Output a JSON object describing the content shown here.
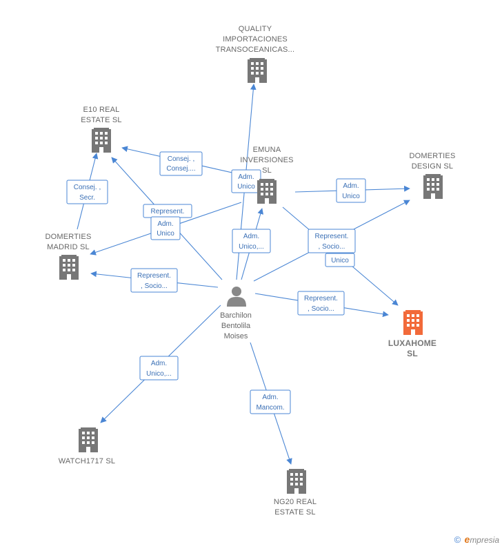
{
  "colors": {
    "edge": "#4a86d4",
    "node": "#777777",
    "highlight_node": "#f26a3a",
    "person": "#888888"
  },
  "center_person": {
    "id": "person",
    "icon": "person-icon",
    "label_lines": [
      "Barchilon",
      "Bentolila",
      "Moises"
    ]
  },
  "companies": [
    {
      "id": "quality",
      "label_lines": [
        "QUALITY",
        "IMPORTACIONES",
        "TRANSOCEANICAS..."
      ],
      "highlight": false
    },
    {
      "id": "e10",
      "label_lines": [
        "E10 REAL",
        "ESTATE  SL"
      ],
      "highlight": false
    },
    {
      "id": "emuna",
      "label_lines": [
        "EMUNA",
        "INVERSIONES",
        "SL"
      ],
      "highlight": false
    },
    {
      "id": "domdesign",
      "label_lines": [
        "DOMERTIES",
        "DESIGN  SL"
      ],
      "highlight": false
    },
    {
      "id": "dommadrid",
      "label_lines": [
        "DOMERTIES",
        "MADRID  SL"
      ],
      "highlight": false
    },
    {
      "id": "luxahome",
      "label_lines": [
        "LUXAHOME",
        "SL"
      ],
      "highlight": true
    },
    {
      "id": "watch",
      "label_lines": [
        "WATCH1717  SL"
      ],
      "highlight": false
    },
    {
      "id": "ng20",
      "label_lines": [
        "NG20 REAL",
        "ESTATE  SL"
      ],
      "highlight": false
    }
  ],
  "edges": [
    {
      "id": "e-consej",
      "label_lines": [
        "Consej. ,",
        "Consej...."
      ]
    },
    {
      "id": "e-admunico-top",
      "label_lines": [
        "Adm.",
        "Unico"
      ]
    },
    {
      "id": "e-consej-secr",
      "label_lines": [
        "Consej. ,",
        "Secr."
      ]
    },
    {
      "id": "e-represent-top",
      "label_lines": [
        "Represent."
      ]
    },
    {
      "id": "e-admunico-left",
      "label_lines": [
        "Adm.",
        "Unico"
      ]
    },
    {
      "id": "e-admunico-emuna",
      "label_lines": [
        "Adm.",
        "Unico,..."
      ]
    },
    {
      "id": "e-admunico-design",
      "label_lines": [
        "Adm.",
        "Unico"
      ]
    },
    {
      "id": "e-represent-socio-right",
      "label_lines": [
        "Represent.",
        ", Socio..."
      ]
    },
    {
      "id": "e-unico",
      "label_lines": [
        "Unico"
      ]
    },
    {
      "id": "e-represent-socio-left",
      "label_lines": [
        "Represent.",
        ", Socio..."
      ]
    },
    {
      "id": "e-represent-socio-luxa",
      "label_lines": [
        "Represent.",
        ", Socio..."
      ]
    },
    {
      "id": "e-admunico-watch",
      "label_lines": [
        "Adm.",
        "Unico,..."
      ]
    },
    {
      "id": "e-admmancom",
      "label_lines": [
        "Adm.",
        "Mancom."
      ]
    }
  ],
  "footer": {
    "copyright": "©",
    "brand_initial": "e",
    "brand_rest": "mpresia"
  }
}
